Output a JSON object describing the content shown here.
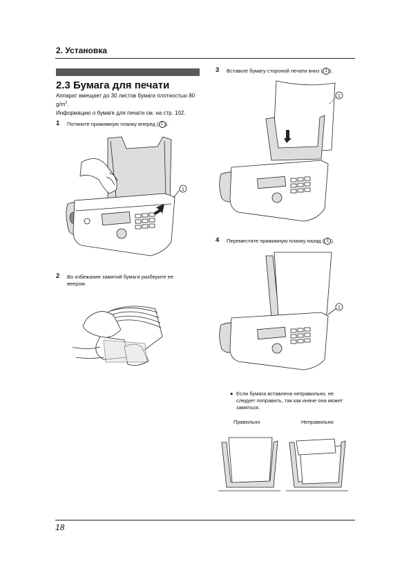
{
  "header": {
    "title": "2. Установка"
  },
  "section": {
    "title": "2.3 Бумага для печати"
  },
  "intro": {
    "line1": "Аппарат вмещает до 30 листов бумаги плотностью 80",
    "line2_pre": "g/m",
    "line2_sup": "2",
    "line2_post": ".",
    "line3": "Информацию о бумаге для печати см. на стр. 102."
  },
  "steps": [
    {
      "num": "1",
      "text": "Потяните прижимную планку вперед (",
      "ref": "1",
      "end": ")."
    },
    {
      "num": "2",
      "text_line1": "Во избежание замятий бумаги разберите ее",
      "text_line2": "веером."
    },
    {
      "num": "3",
      "text": "Вставьте бумагу стороной печати вниз (",
      "ref": "1",
      "end": ")."
    },
    {
      "num": "4",
      "text": "Переместите прижимную планку назад (",
      "ref": "1",
      "end": ")."
    }
  ],
  "note": {
    "bullet": "●",
    "line1": "Если бумага вставлена неправильно, ее",
    "line2": "следует поправить, так как иначе она может",
    "line3": "замяться."
  },
  "compare": {
    "correct": "Правильно",
    "incorrect": "Неправильно"
  },
  "callout": "1",
  "footer": {
    "page_number": "18"
  }
}
